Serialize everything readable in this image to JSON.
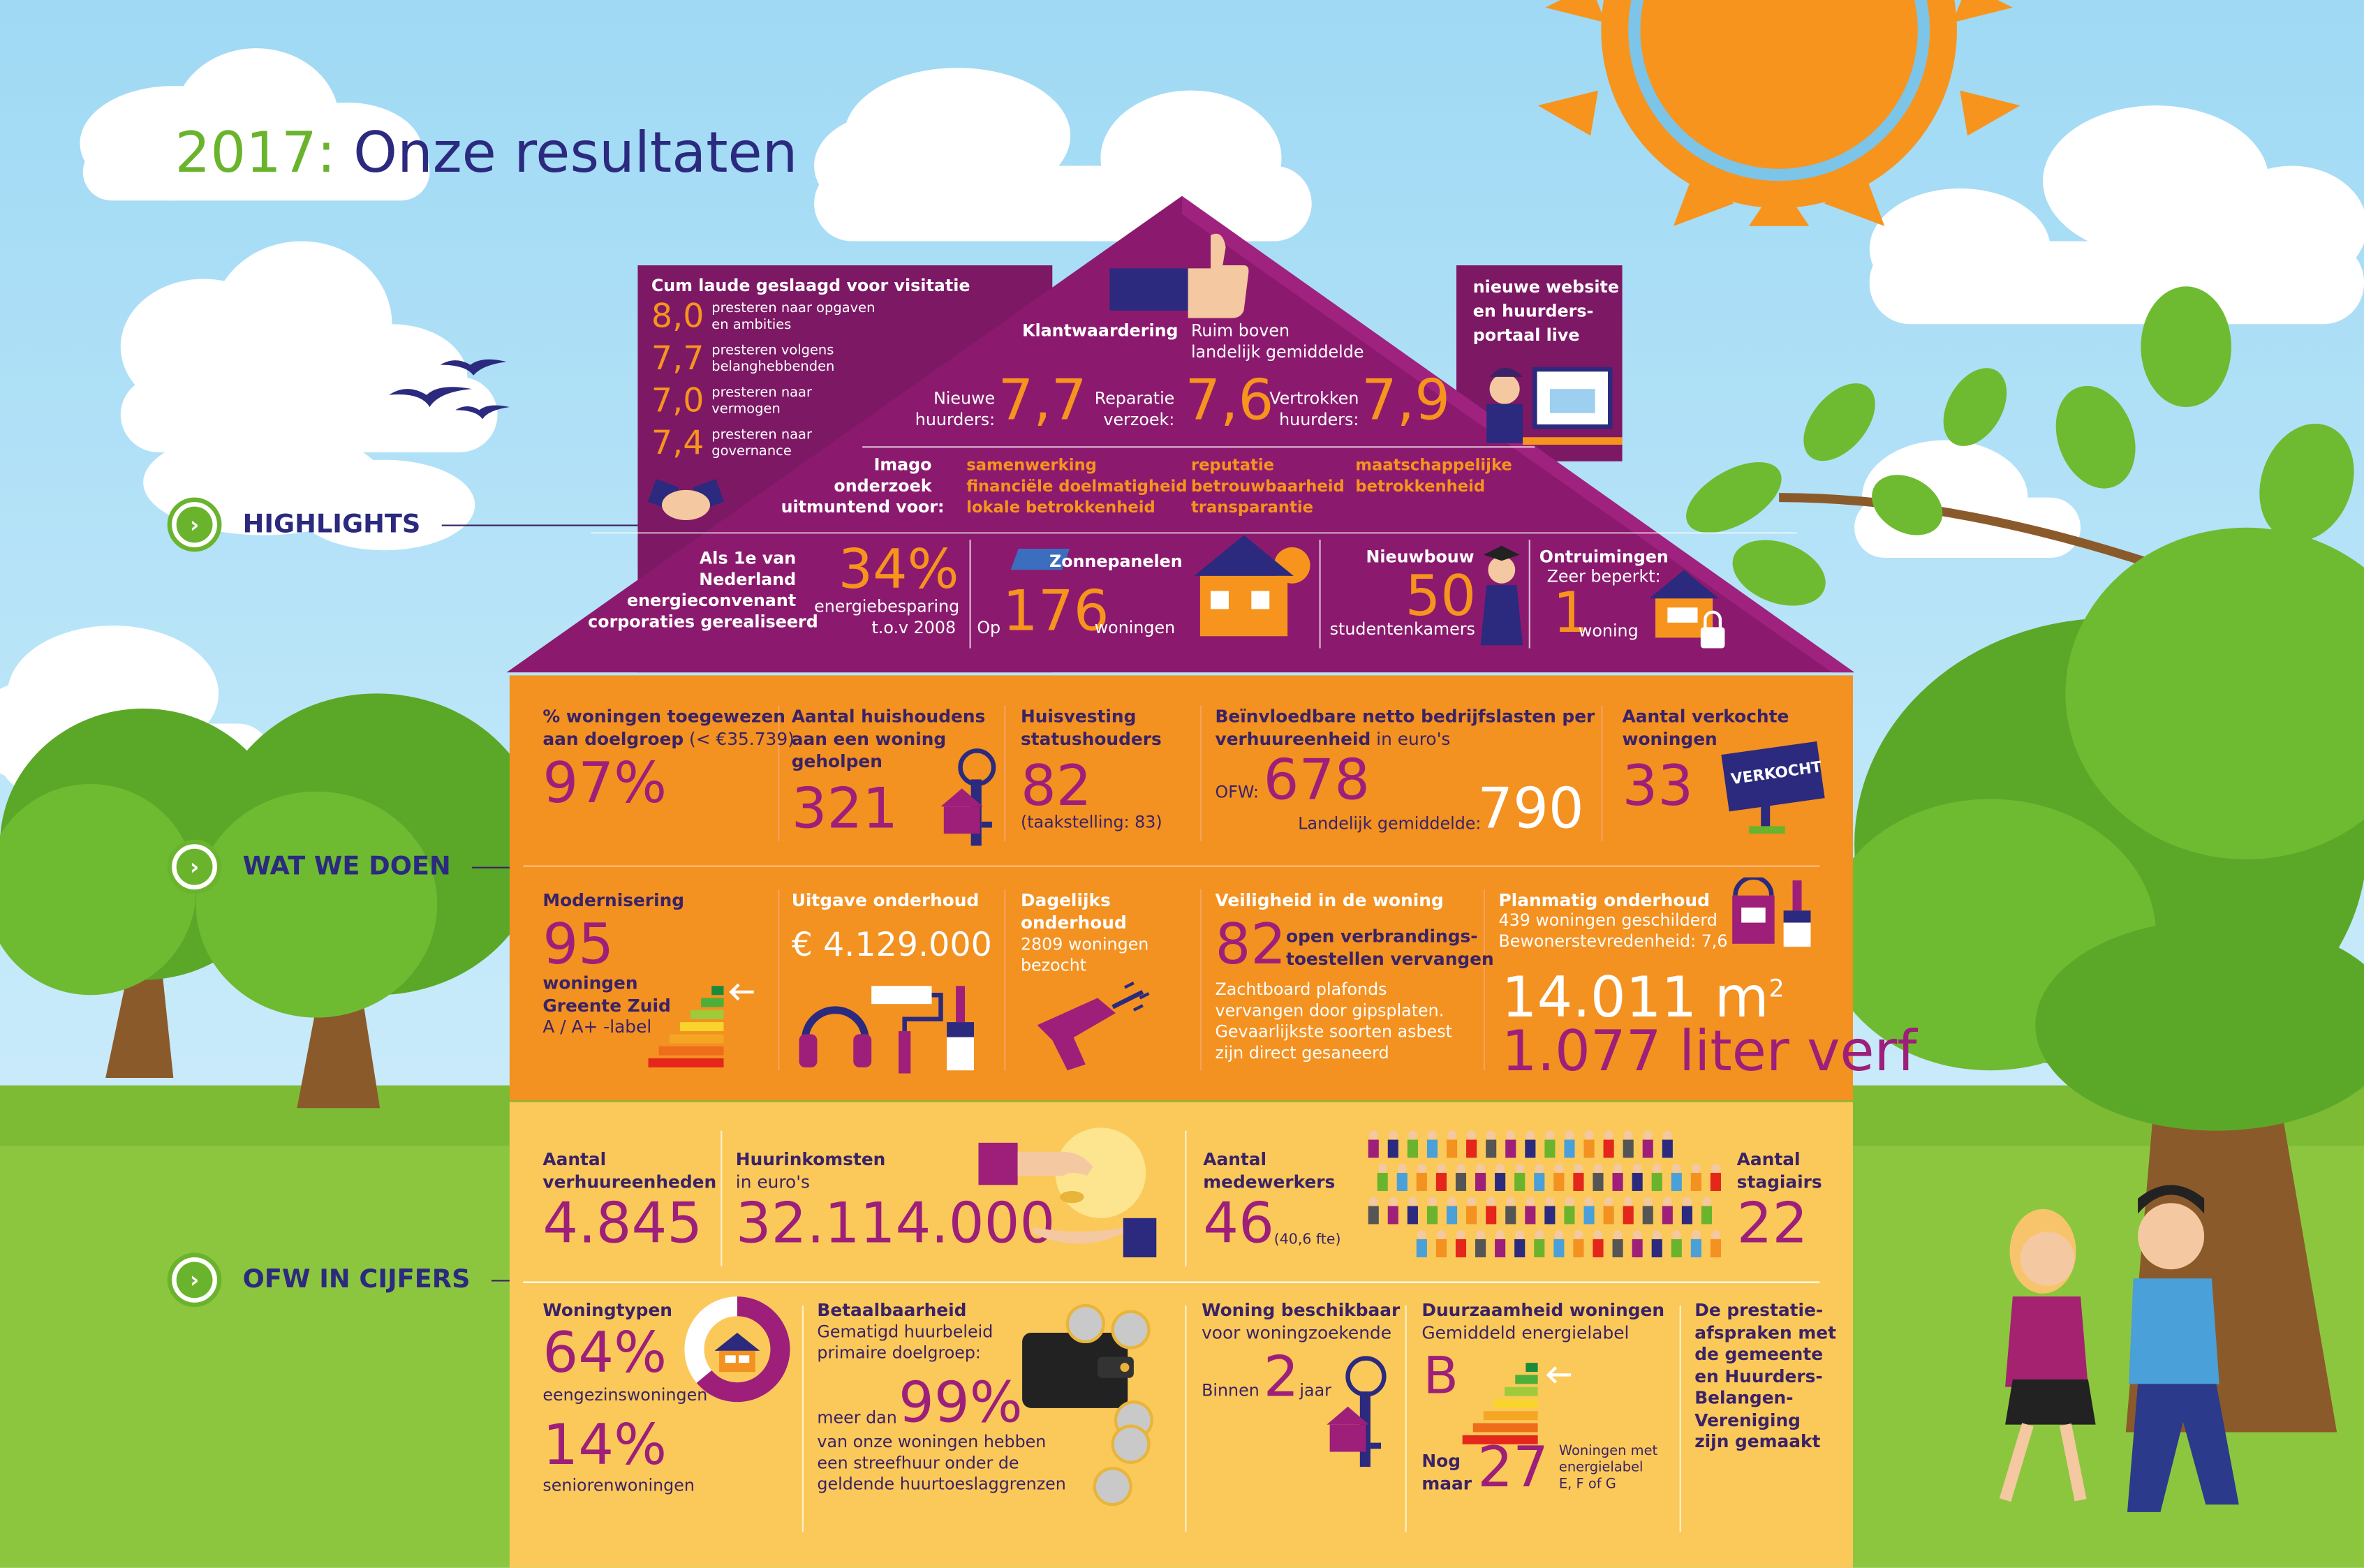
{
  "title": {
    "year": "2017:",
    "text": "Onze resultaten"
  },
  "sections": {
    "highlights": "HIGHLIGHTS",
    "wat_we_doen": "WAT WE DOEN",
    "ofw_in_cijfers": "OFW IN CIJFERS"
  },
  "colors": {
    "purple": "#8b1a6e",
    "orange": "#f39121",
    "yellow": "#fbc95a",
    "green": "#6ab42d",
    "navy": "#2b2a7e",
    "sun": "#f7941d"
  },
  "visitatie": {
    "title": "Cum laude geslaagd voor visitatie",
    "items": [
      {
        "score": "8,0",
        "line1": "presteren naar opgaven",
        "line2": "en ambities"
      },
      {
        "score": "7,7",
        "line1": "presteren volgens",
        "line2": "belanghebbenden"
      },
      {
        "score": "7,0",
        "line1": "presteren naar",
        "line2": "vermogen"
      },
      {
        "score": "7,4",
        "line1": "presteren naar",
        "line2": "governance"
      }
    ]
  },
  "klant": {
    "title": "Klantwaardering",
    "note1": "Ruim boven",
    "note2": "landelijk gemiddelde",
    "nieuwe_l1": "Nieuwe",
    "nieuwe_l2": "huurders:",
    "nieuwe_val": "7,7",
    "reparatie_l1": "Reparatie",
    "reparatie_l2": "verzoek:",
    "reparatie_val": "7,6",
    "vertrokken_l1": "Vertrokken",
    "vertrokken_l2": "huurders:",
    "vertrokken_val": "7,9"
  },
  "website": {
    "l1": "nieuwe website",
    "l2": "en huurders-",
    "l3": "portaal live"
  },
  "imago": {
    "l1": "Imago",
    "l2": "onderzoek",
    "l3": "uitmuntend voor:",
    "c1a": "samenwerking",
    "c1b": "financiële doelmatigheid",
    "c1c": "lokale betrokkenheid",
    "c2a": "reputatie",
    "c2b": "betrouwbaarheid",
    "c2c": "transparantie",
    "c3a": "maatschappelijke",
    "c3b": "betrokkenheid"
  },
  "energie": {
    "l1": "Als 1e van",
    "l2": "Nederland",
    "l3": "energieconvenant",
    "l4": "corporaties gerealiseerd",
    "value": "34%",
    "sub1": "energiebesparing",
    "sub2": "t.o.v 2008"
  },
  "zonne": {
    "title": "Zonnepanelen",
    "pre": "Op",
    "value": "176",
    "post": "woningen"
  },
  "nieuwbouw": {
    "title": "Nieuwbouw",
    "value": "50",
    "sub": "studentenkamers"
  },
  "ontruim": {
    "title": "Ontruimingen",
    "sub": "Zeer beperkt:",
    "value": "1",
    "post": "woning"
  },
  "doelgroep": {
    "l1": "% woningen toegewezen",
    "l2": "aan doelgroep",
    "l3": "(< €35.739)",
    "value": "97%"
  },
  "huishoudens": {
    "l1": "Aantal huishoudens",
    "l2": "aan een woning",
    "l3": "geholpen",
    "value": "321"
  },
  "status": {
    "l1": "Huisvesting",
    "l2": "statushouders",
    "value": "82",
    "sub": "(taakstelling: 83)"
  },
  "lasten": {
    "l1": "Beïnvloedbare netto bedrijfslasten per",
    "l2": "verhuureenheid",
    "l2b": "in euro's",
    "ofw_label": "OFW:",
    "ofw_value": "678",
    "land_label": "Landelijk gemiddelde:",
    "land_value": "790"
  },
  "verkocht": {
    "l1": "Aantal verkochte",
    "l2": "woningen",
    "value": "33",
    "sign": "VERKOCHT"
  },
  "modern": {
    "title": "Modernisering",
    "value": "95",
    "l1": "woningen",
    "l2": "Greente Zuid",
    "l3": "A / A+ -label"
  },
  "uitgave": {
    "title": "Uitgave onderhoud",
    "value": "€ 4.129.000"
  },
  "dagelijks": {
    "l1": "Dagelijks",
    "l2": "onderhoud",
    "l3": "2809 woningen",
    "l4": "bezocht"
  },
  "veiligheid": {
    "title": "Veiligheid in de woning",
    "value": "82",
    "v1": "open verbrandings-",
    "v2": "toestellen vervangen",
    "t1": "Zachtboard plafonds",
    "t2": "vervangen door gipsplaten.",
    "t3": "Gevaarlijkste soorten asbest",
    "t4": "zijn direct gesaneerd"
  },
  "planmatig": {
    "title": "Planmatig onderhoud",
    "l1": "439 woningen geschilderd",
    "l2": "Bewonerstevredenheid: 7,6",
    "m2_value": "14.011",
    "m2_unit": "m",
    "m2_sup": "2",
    "verf_value": "1.077",
    "verf_unit": "liter verf"
  },
  "verhuur": {
    "l1": "Aantal",
    "l2": "verhuureenheden",
    "value": "4.845"
  },
  "huurink": {
    "l1": "Huurinkomsten",
    "l2": "in euro's",
    "value": "32.114.000"
  },
  "medewerkers": {
    "l1": "Aantal",
    "l2": "medewerkers",
    "value": "46",
    "sub": "(40,6 fte)"
  },
  "stagiairs": {
    "l1": "Aantal",
    "l2": "stagiairs",
    "value": "22"
  },
  "woningtypen": {
    "title": "Woningtypen",
    "v1": "64%",
    "l1": "eengezinswoningen",
    "v2": "14%",
    "l2": "seniorenwoningen"
  },
  "betaal": {
    "title": "Betaalbaarheid",
    "l1": "Gematigd huurbeleid",
    "l2": "primaire doelgroep:",
    "pre": "meer dan",
    "value": "99%",
    "t1": "van onze woningen hebben",
    "t2": "een streefhuur onder de",
    "t3": "geldende huurtoeslaggrenzen"
  },
  "beschik": {
    "l1": "Woning beschikbaar",
    "l2": "voor woningzoekende",
    "pre": "Binnen",
    "value": "2",
    "post": "jaar"
  },
  "duurzaam": {
    "title": "Duurzaamheid woningen",
    "sub": "Gemiddeld energielabel",
    "label": "B",
    "nog1": "Nog",
    "nog2": "maar",
    "value": "27",
    "t1": "Woningen met",
    "t2": "energielabel",
    "t3": "E, F of G"
  },
  "prestatie": {
    "l1": "De prestatie-",
    "l2": "afspraken met",
    "l3": "de gemeente",
    "l4": "en Huurders-",
    "l5": "Belangen-",
    "l6": "Vereniging",
    "l7": "zijn gemaakt"
  }
}
